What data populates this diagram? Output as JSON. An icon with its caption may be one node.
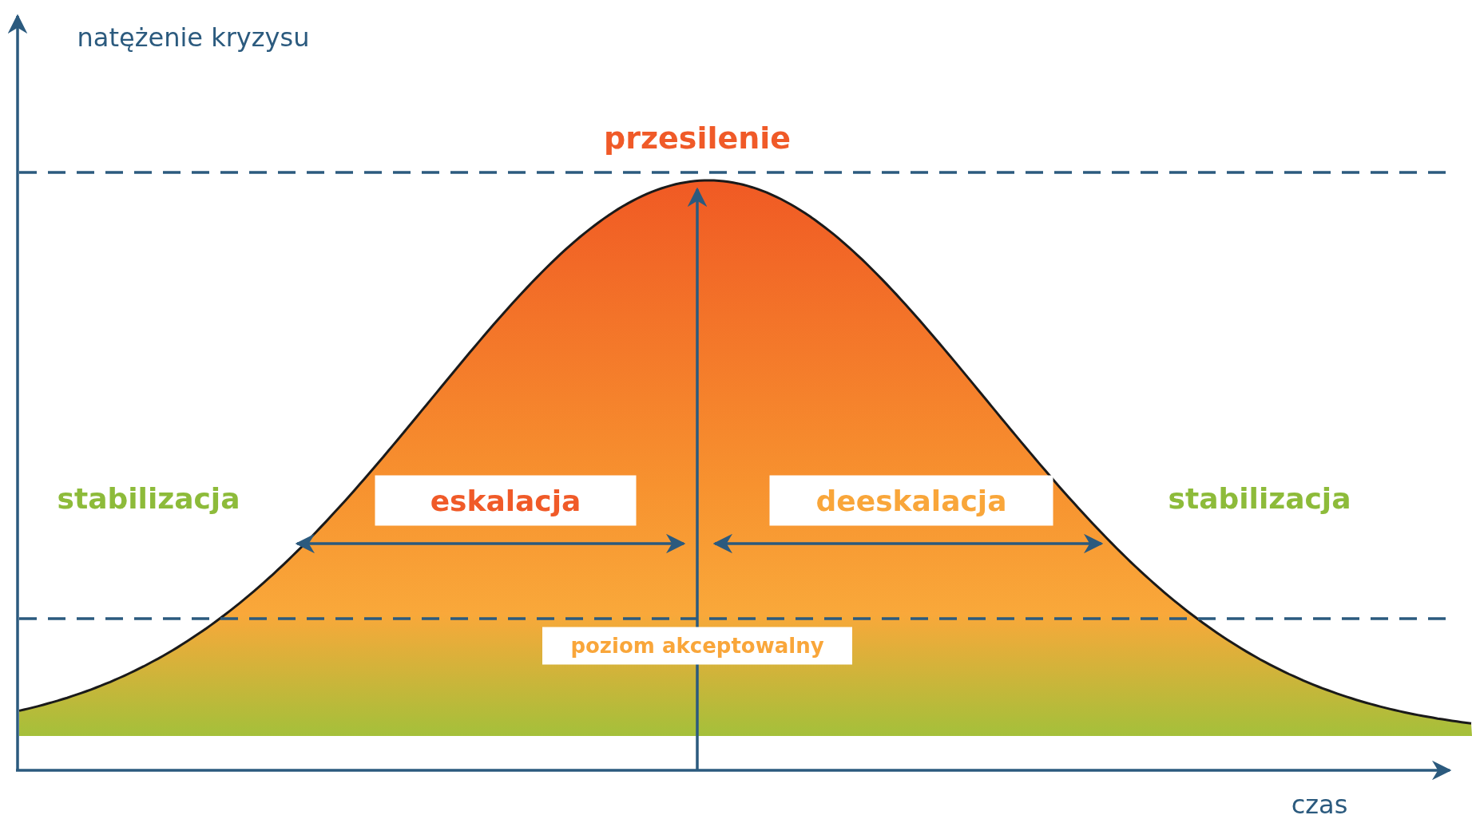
{
  "diagram": {
    "labels": [
      "natężenie kryzysu",
      "przesilenie",
      "stabilizacja",
      "eskalacja",
      "deeskalacja",
      "stabilizacja",
      "poziom akceptowalny",
      "czas"
    ]
  }
}
